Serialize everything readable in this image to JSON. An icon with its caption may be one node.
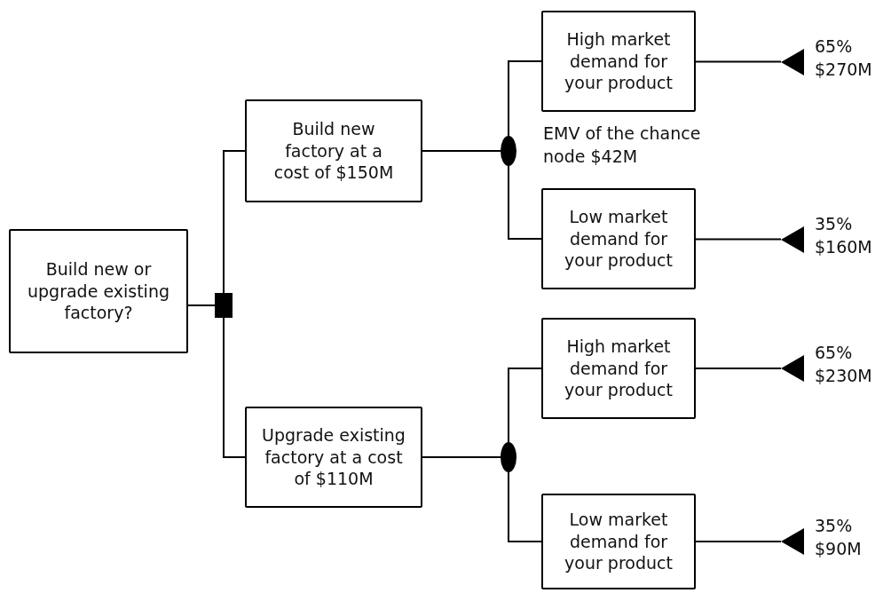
{
  "diagram": {
    "nodes": [
      {
        "text": [
          "Build new or upgrade existing factory?"
        ]
      },
      {
        "text": [],
        "shape": "box"
      },
      {
        "text": [
          "Build new factory at a cost of $150M"
        ]
      },
      {
        "text": [
          "Upgrade existing factory at a cost of $110M"
        ]
      },
      {
        "text": [],
        "shape": "circle"
      },
      {
        "text": [],
        "shape": "circle"
      },
      {
        "text": [
          "High market demand for your product"
        ]
      },
      {
        "text": [
          "Low market demand for your product"
        ]
      },
      {
        "text": [
          "High market demand for your product"
        ]
      },
      {
        "text": [
          "Low market demand for your product"
        ]
      },
      {
        "text": [],
        "shape": "triangle",
        "beside": [
          "65%",
          "$270M"
        ]
      },
      {
        "text": [],
        "shape": "triangle",
        "beside": [
          "35%",
          "$160M"
        ]
      },
      {
        "text": [],
        "shape": "triangle",
        "beside": [
          "65%",
          "$230M"
        ]
      },
      {
        "text": [],
        "shape": "triangle",
        "beside": [
          "35%",
          "$90M"
        ]
      }
    ],
    "edges": [
      {
        "from": 0,
        "to": 1,
        "arrow": "none"
      },
      {
        "from": 1,
        "to": 2,
        "arrow": "none"
      },
      {
        "from": 1,
        "to": 3,
        "arrow": "none"
      },
      {
        "from": 2,
        "to": 4,
        "arrow": "none"
      },
      {
        "from": 4,
        "to": 6,
        "arrow": "none"
      },
      {
        "from": 4,
        "to": 7,
        "arrow": "none"
      },
      {
        "from": 3,
        "to": 5,
        "arrow": "none"
      },
      {
        "from": 5,
        "to": 8,
        "arrow": "none"
      },
      {
        "from": 5,
        "to": 9,
        "arrow": "none"
      },
      {
        "from": 6,
        "to": 10,
        "arrow": "none"
      },
      {
        "from": 7,
        "to": 11,
        "arrow": "none"
      },
      {
        "from": 8,
        "to": 12,
        "arrow": "none"
      },
      {
        "from": 9,
        "to": 13,
        "arrow": "none"
      }
    ],
    "labels": [
      "EMV of the chance node $42M"
    ]
  }
}
